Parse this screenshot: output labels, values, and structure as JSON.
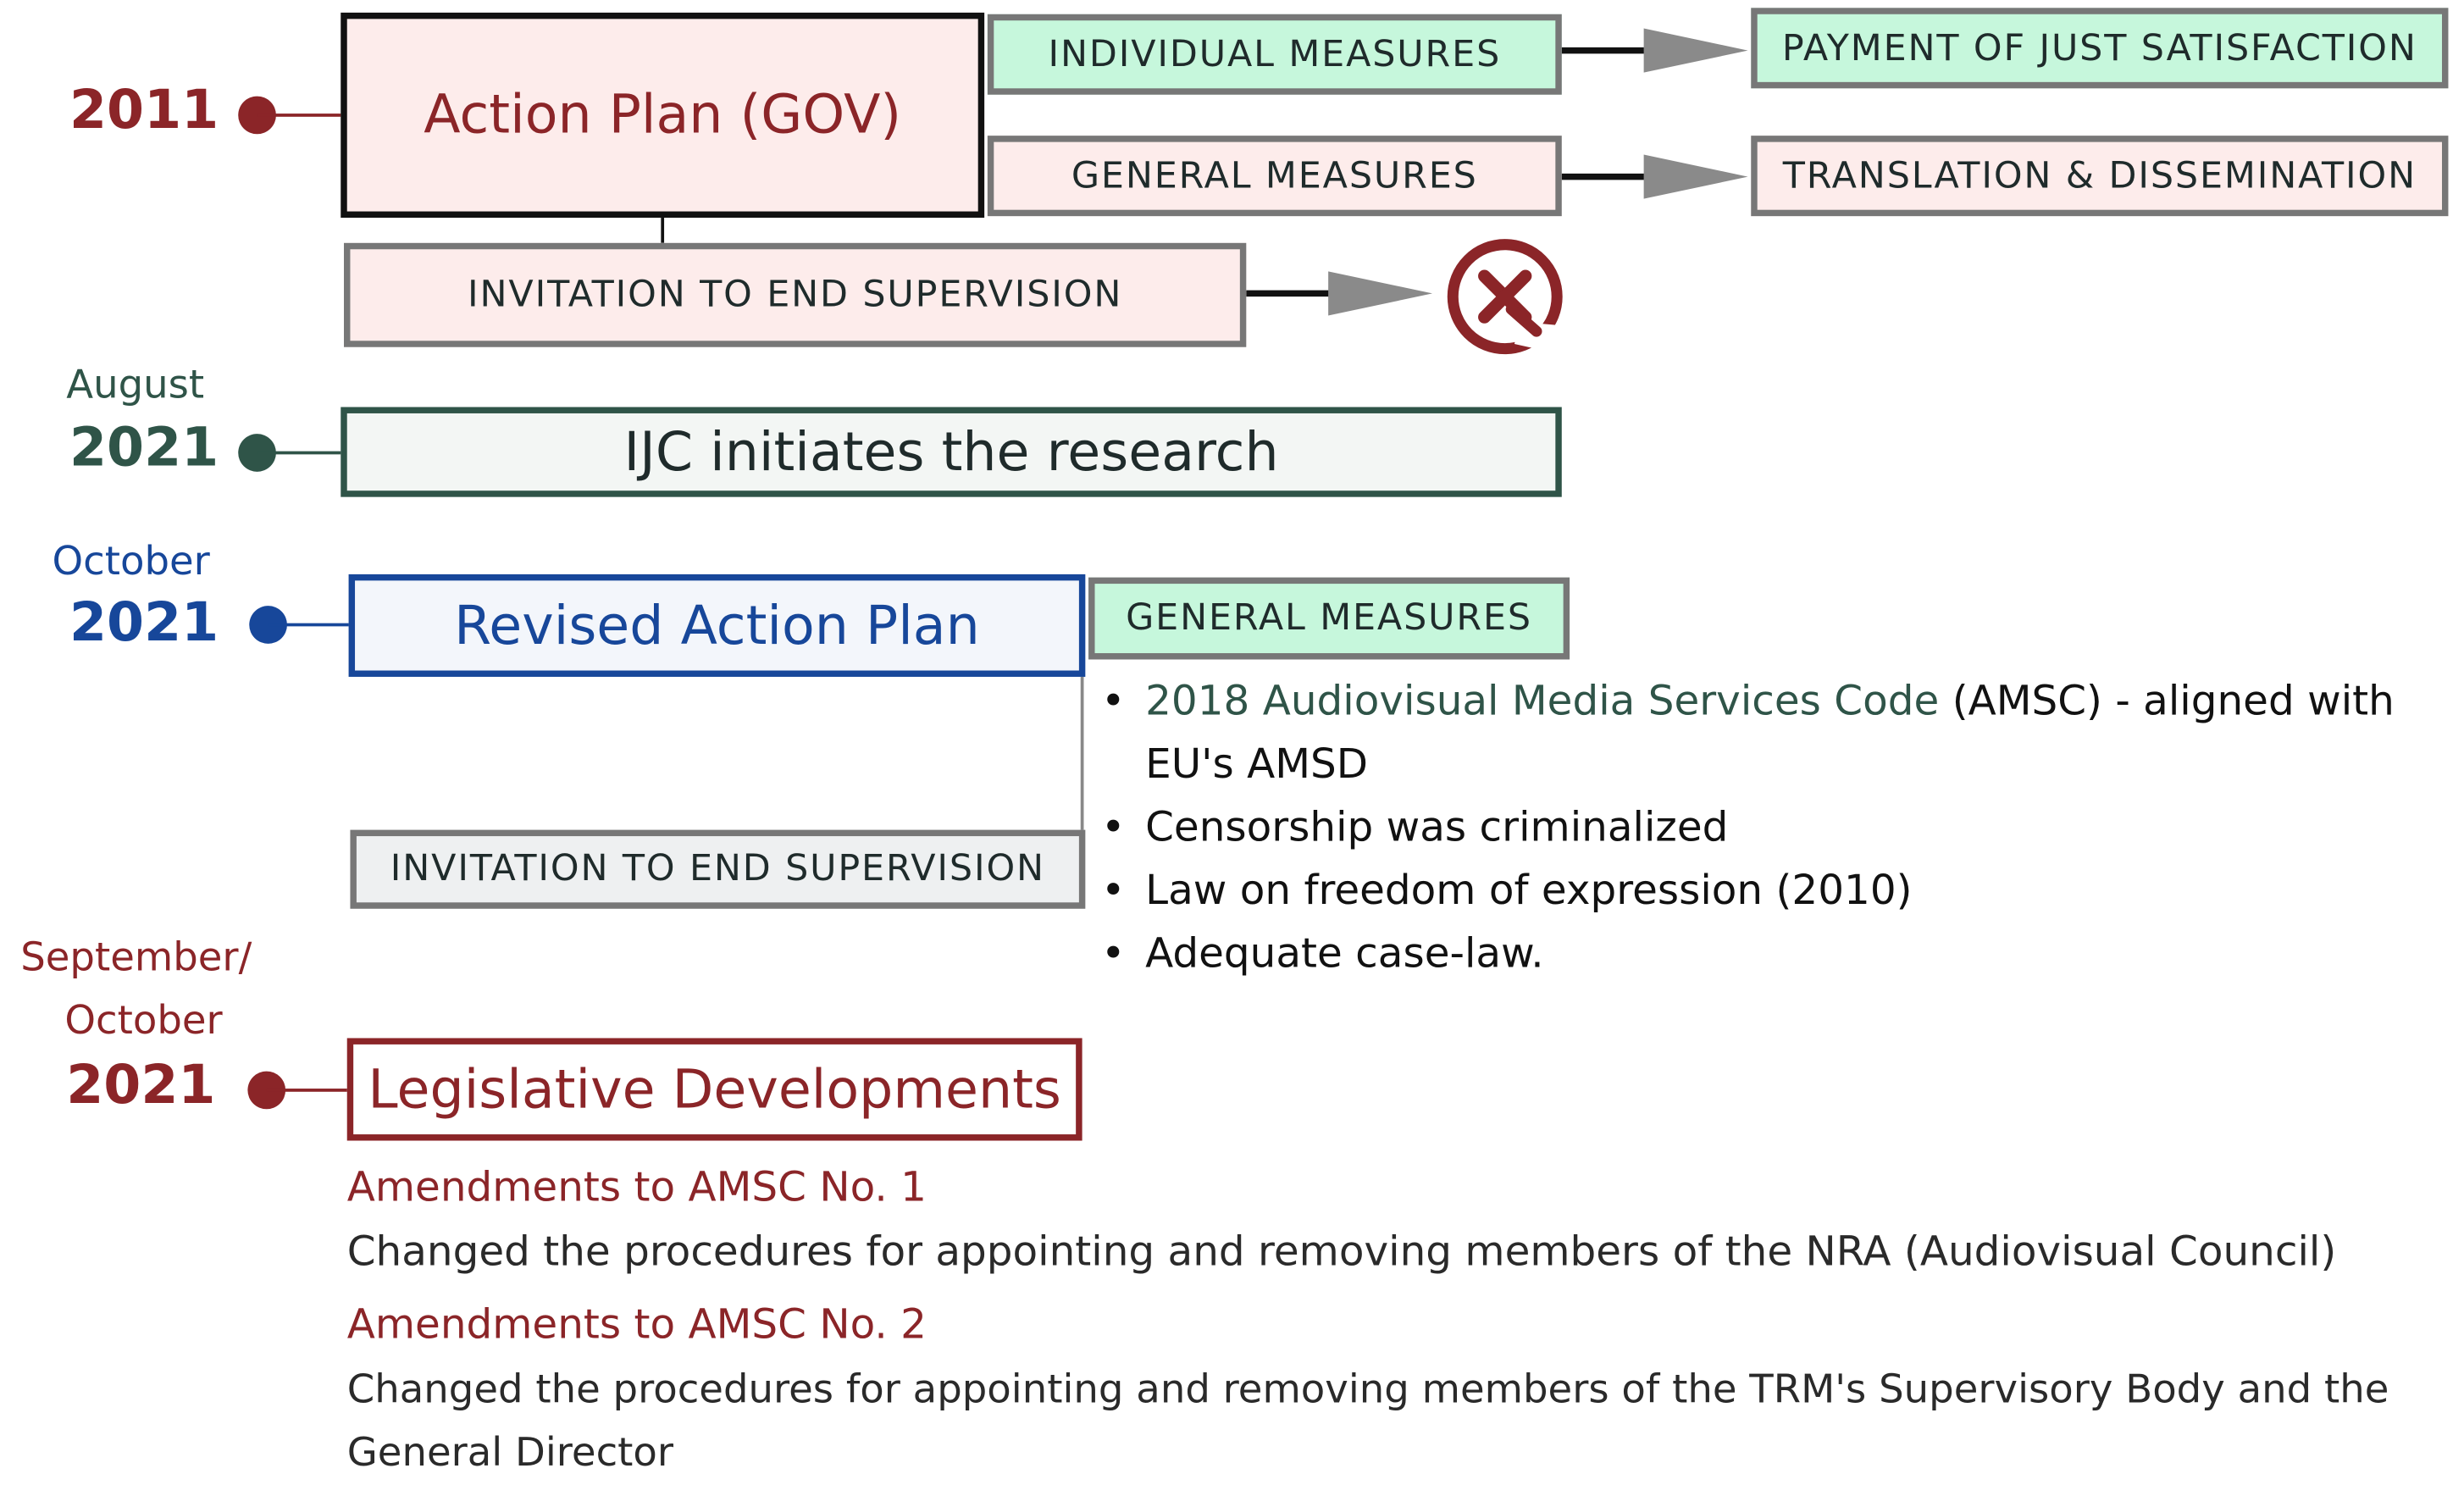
{
  "timeline": {
    "y2011": "2011",
    "aug_month": "August",
    "aug_year": "2021",
    "oct_month": "October",
    "oct_year": "2021",
    "sepoct_month1": "September/",
    "sepoct_month2": "October",
    "sepoct_year": "2021"
  },
  "stage_2011": {
    "action_plan": "Action Plan (GOV)",
    "individual_measures": "INDIVIDUAL MEASURES",
    "general_measures": "GENERAL MEASURES",
    "payment": "PAYMENT OF JUST SATISFACTION",
    "translation": "TRANSLATION & DISSEMINATION",
    "invitation": "INVITATION TO END SUPERVISION"
  },
  "stage_aug": {
    "research": "IJC initiates the research"
  },
  "stage_oct": {
    "revised_plan": "Revised Action Plan",
    "general_measures": "GENERAL MEASURES",
    "invitation": "INVITATION TO END SUPERVISION",
    "bullet1_highlight": "2018 Audiovisual Media Services Code",
    "bullet1_rest": " (AMSC) - aligned with",
    "bullet1_line2": "EU's AMSD",
    "bullet2": "Censorship was criminalized",
    "bullet3": "Law on freedom of expression (2010)",
    "bullet4": "Adequate case-law."
  },
  "stage_sep": {
    "legislative": "Legislative Developments",
    "amend1_title": "Amendments to AMSC No. 1",
    "amend1_text": "Changed the procedures for appointing and removing members of the NRA (Audiovisual Council)",
    "amend2_title": "Amendments to AMSC No. 2",
    "amend2_text_line1": "Changed the procedures for appointing and removing members of the TRM's Supervisory Body and the",
    "amend2_text_line2": "General Director"
  },
  "colors": {
    "red": "#8b2528",
    "green": "#2f5448",
    "blue": "#17479a",
    "mint": "#c6f7dc",
    "pink": "#fdeceb",
    "gray_border": "#777777"
  },
  "icons": {
    "rejected": "circle-x-icon",
    "arrows": "arrow-right-icon"
  }
}
